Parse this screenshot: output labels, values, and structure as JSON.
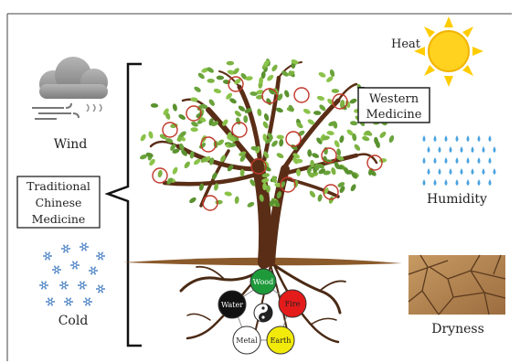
{
  "labels": {
    "heat": "Heat",
    "wind": "Wind",
    "humidity": "Humidity",
    "cold": "Cold",
    "dryness": "Dryness",
    "western_line1": "Western",
    "western_line2": "Medicine",
    "tcm_line1": "Traditional",
    "tcm_line2": "Chinese",
    "tcm_line3": "Medicine"
  },
  "elements": {
    "wood": "Wood",
    "fire": "Fire",
    "earth": "Earth",
    "metal": "Metal",
    "water": "Water"
  },
  "colors": {
    "leaf": "#6aa33c",
    "trunk": "#5a2e16",
    "ground": "#8b5a2b",
    "circle": "#c0392b",
    "sun": "#ffd21f",
    "rain": "#4aa3df",
    "snow": "#5b8ec9",
    "cloud": "#9a9a9a",
    "wood": "#1f9a3b",
    "fire": "#e41b1b",
    "earth": "#f2ea0a",
    "metal": "#ffffff",
    "water": "#111111"
  }
}
